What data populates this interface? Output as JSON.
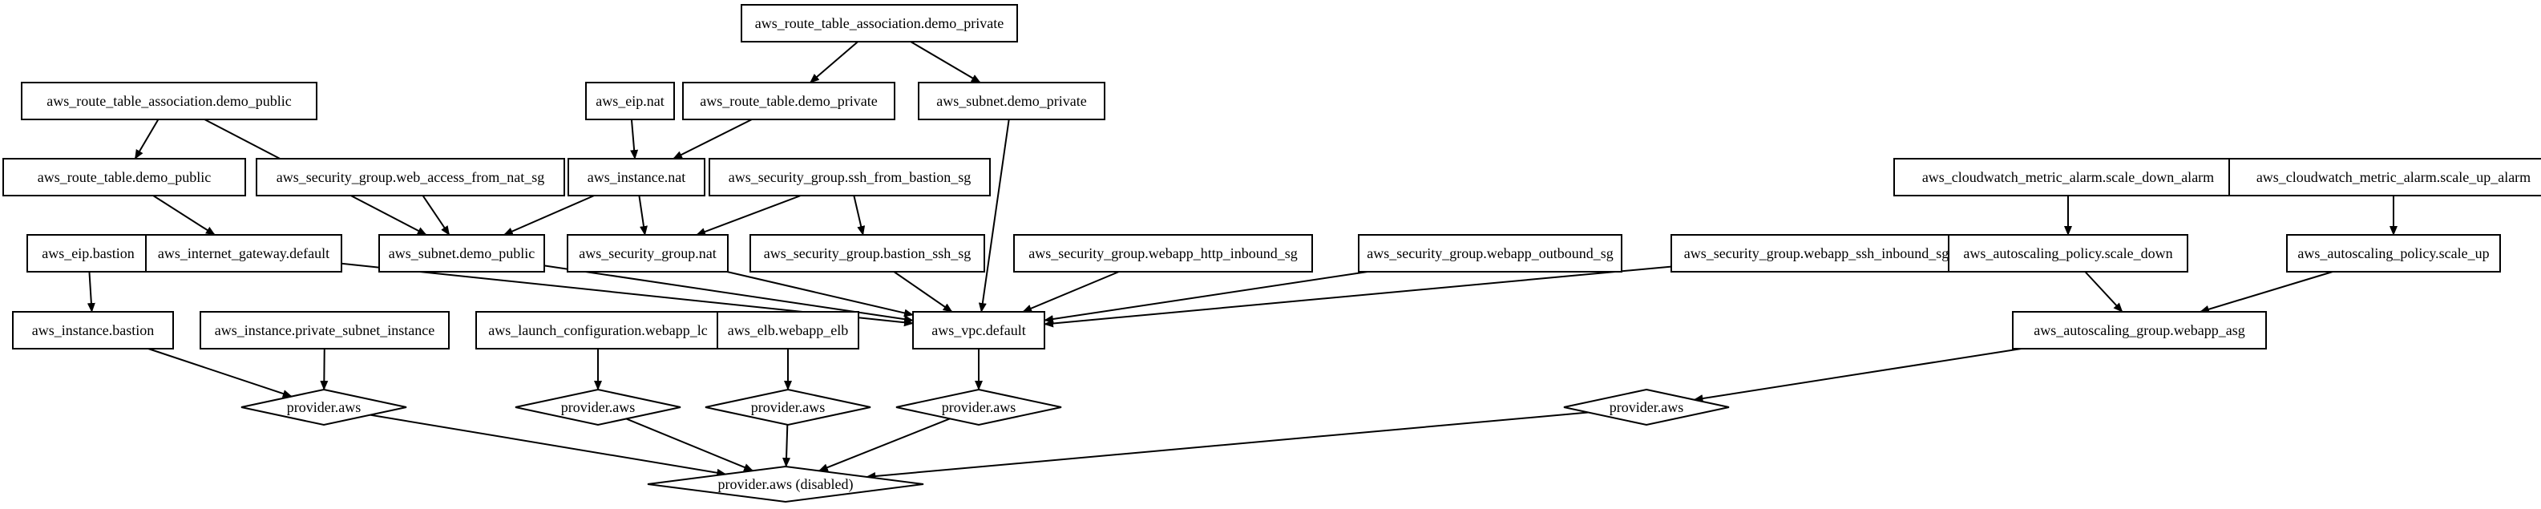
{
  "nodes": [
    {
      "id": "rta_private",
      "label": "aws_route_table_association.demo_private",
      "shape": "box"
    },
    {
      "id": "rta_public",
      "label": "aws_route_table_association.demo_public",
      "shape": "box"
    },
    {
      "id": "eip_nat",
      "label": "aws_eip.nat",
      "shape": "box"
    },
    {
      "id": "rt_private",
      "label": "aws_route_table.demo_private",
      "shape": "box"
    },
    {
      "id": "subnet_private",
      "label": "aws_subnet.demo_private",
      "shape": "box"
    },
    {
      "id": "rt_public",
      "label": "aws_route_table.demo_public",
      "shape": "box"
    },
    {
      "id": "sg_web_nat",
      "label": "aws_security_group.web_access_from_nat_sg",
      "shape": "box"
    },
    {
      "id": "instance_nat",
      "label": "aws_instance.nat",
      "shape": "box"
    },
    {
      "id": "sg_ssh_bastion",
      "label": "aws_security_group.ssh_from_bastion_sg",
      "shape": "box"
    },
    {
      "id": "cw_down",
      "label": "aws_cloudwatch_metric_alarm.scale_down_alarm",
      "shape": "box"
    },
    {
      "id": "cw_up",
      "label": "aws_cloudwatch_metric_alarm.scale_up_alarm",
      "shape": "box"
    },
    {
      "id": "eip_bastion",
      "label": "aws_eip.bastion",
      "shape": "box"
    },
    {
      "id": "igw",
      "label": "aws_internet_gateway.default",
      "shape": "box"
    },
    {
      "id": "subnet_public",
      "label": "aws_subnet.demo_public",
      "shape": "box"
    },
    {
      "id": "sg_nat",
      "label": "aws_security_group.nat",
      "shape": "box"
    },
    {
      "id": "sg_bastion",
      "label": "aws_security_group.bastion_ssh_sg",
      "shape": "box"
    },
    {
      "id": "sg_http",
      "label": "aws_security_group.webapp_http_inbound_sg",
      "shape": "box"
    },
    {
      "id": "sg_out",
      "label": "aws_security_group.webapp_outbound_sg",
      "shape": "box"
    },
    {
      "id": "sg_ssh_in",
      "label": "aws_security_group.webapp_ssh_inbound_sg",
      "shape": "box"
    },
    {
      "id": "asp_down",
      "label": "aws_autoscaling_policy.scale_down",
      "shape": "box"
    },
    {
      "id": "asp_up",
      "label": "aws_autoscaling_policy.scale_up",
      "shape": "box"
    },
    {
      "id": "instance_bastion",
      "label": "aws_instance.bastion",
      "shape": "box"
    },
    {
      "id": "instance_private",
      "label": "aws_instance.private_subnet_instance",
      "shape": "box"
    },
    {
      "id": "lc",
      "label": "aws_launch_configuration.webapp_lc",
      "shape": "box"
    },
    {
      "id": "elb",
      "label": "aws_elb.webapp_elb",
      "shape": "box"
    },
    {
      "id": "vpc",
      "label": "aws_vpc.default",
      "shape": "box"
    },
    {
      "id": "asg",
      "label": "aws_autoscaling_group.webapp_asg",
      "shape": "box"
    },
    {
      "id": "prov1",
      "label": "provider.aws",
      "shape": "diamond"
    },
    {
      "id": "prov2",
      "label": "provider.aws",
      "shape": "diamond"
    },
    {
      "id": "prov3",
      "label": "provider.aws",
      "shape": "diamond"
    },
    {
      "id": "prov4",
      "label": "provider.aws",
      "shape": "diamond"
    },
    {
      "id": "prov5",
      "label": "provider.aws",
      "shape": "diamond"
    },
    {
      "id": "prov_disabled",
      "label": "provider.aws (disabled)",
      "shape": "diamond"
    }
  ],
  "edges": [
    {
      "from": "rta_private",
      "to": "rt_private"
    },
    {
      "from": "rta_private",
      "to": "subnet_private"
    },
    {
      "from": "rta_public",
      "to": "rt_public"
    },
    {
      "from": "rta_public",
      "to": "subnet_public"
    },
    {
      "from": "eip_nat",
      "to": "instance_nat"
    },
    {
      "from": "rt_private",
      "to": "instance_nat"
    },
    {
      "from": "subnet_private",
      "to": "vpc"
    },
    {
      "from": "rt_public",
      "to": "igw"
    },
    {
      "from": "sg_web_nat",
      "to": "subnet_public"
    },
    {
      "from": "instance_nat",
      "to": "subnet_public"
    },
    {
      "from": "instance_nat",
      "to": "sg_nat"
    },
    {
      "from": "sg_ssh_bastion",
      "to": "sg_nat"
    },
    {
      "from": "sg_ssh_bastion",
      "to": "sg_bastion"
    },
    {
      "from": "cw_down",
      "to": "asp_down"
    },
    {
      "from": "cw_up",
      "to": "asp_up"
    },
    {
      "from": "eip_bastion",
      "to": "instance_bastion"
    },
    {
      "from": "igw",
      "to": "vpc"
    },
    {
      "from": "subnet_public",
      "to": "vpc"
    },
    {
      "from": "sg_nat",
      "to": "vpc"
    },
    {
      "from": "sg_bastion",
      "to": "vpc"
    },
    {
      "from": "sg_http",
      "to": "vpc"
    },
    {
      "from": "sg_out",
      "to": "vpc"
    },
    {
      "from": "sg_ssh_in",
      "to": "vpc"
    },
    {
      "from": "asp_down",
      "to": "asg"
    },
    {
      "from": "asp_up",
      "to": "asg"
    },
    {
      "from": "instance_bastion",
      "to": "prov1"
    },
    {
      "from": "instance_private",
      "to": "prov1"
    },
    {
      "from": "lc",
      "to": "prov2"
    },
    {
      "from": "elb",
      "to": "prov3"
    },
    {
      "from": "vpc",
      "to": "prov4"
    },
    {
      "from": "asg",
      "to": "prov5"
    },
    {
      "from": "prov1",
      "to": "prov_disabled"
    },
    {
      "from": "prov2",
      "to": "prov_disabled"
    },
    {
      "from": "prov3",
      "to": "prov_disabled"
    },
    {
      "from": "prov4",
      "to": "prov_disabled"
    },
    {
      "from": "prov5",
      "to": "prov_disabled"
    }
  ]
}
